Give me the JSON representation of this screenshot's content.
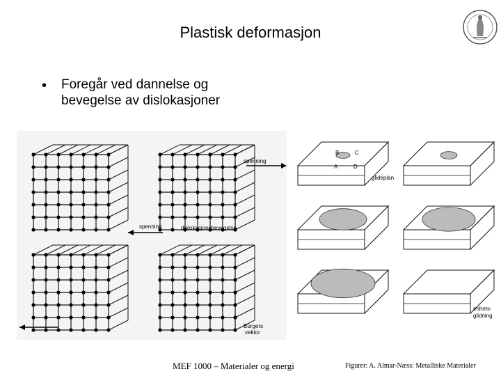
{
  "slide": {
    "title": "Plastisk deformasjon",
    "bullet_marker": "•",
    "bullet_line1": "Foregår ved dannelse og",
    "bullet_line2": "bevegelse av dislokasjoner"
  },
  "figure_left": {
    "label_spenning_top": "spenning",
    "label_spenning_bottom": "spenning",
    "label_dislokasjon": "dislokasjonsbevegelse",
    "label_burgers1": "Burgers",
    "label_burgers2": "vektor"
  },
  "figure_right": {
    "label_glideplan": "glideplan",
    "label_A": "A",
    "label_B": "B",
    "label_C": "C",
    "label_D": "D",
    "label_enhets": "enhets-",
    "label_glidning": "glidning"
  },
  "footer": {
    "course": "MEF 1000 – Materialer og energi",
    "credit": "Figurer: A. Almar-Næss: Metalliske Materialer"
  }
}
